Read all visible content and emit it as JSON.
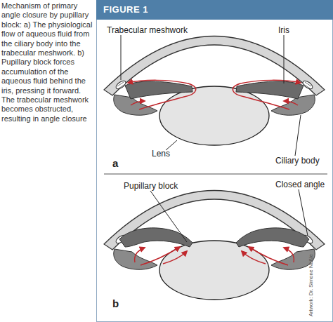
{
  "diagram": {
    "title": "FIGURE 1",
    "caption": "Mechanism of primary angle closure by pupillary block: a) The physiological flow of aqueous fluid from the ciliary body into the trabecular meshwork. b) Pupillary block forces accumulation of the aqueous fluid behind the iris, pressing it forward. The trabecular meshwork becomes obstructed, resulting in angle closure",
    "labels": [
      "Trabecular meshwork",
      "Iris",
      "Lens",
      "Ciliary body",
      "a",
      "Pupillary block",
      "Closed angle",
      "b",
      "Artwork: Dr. Simone Nüßle"
    ]
  }
}
